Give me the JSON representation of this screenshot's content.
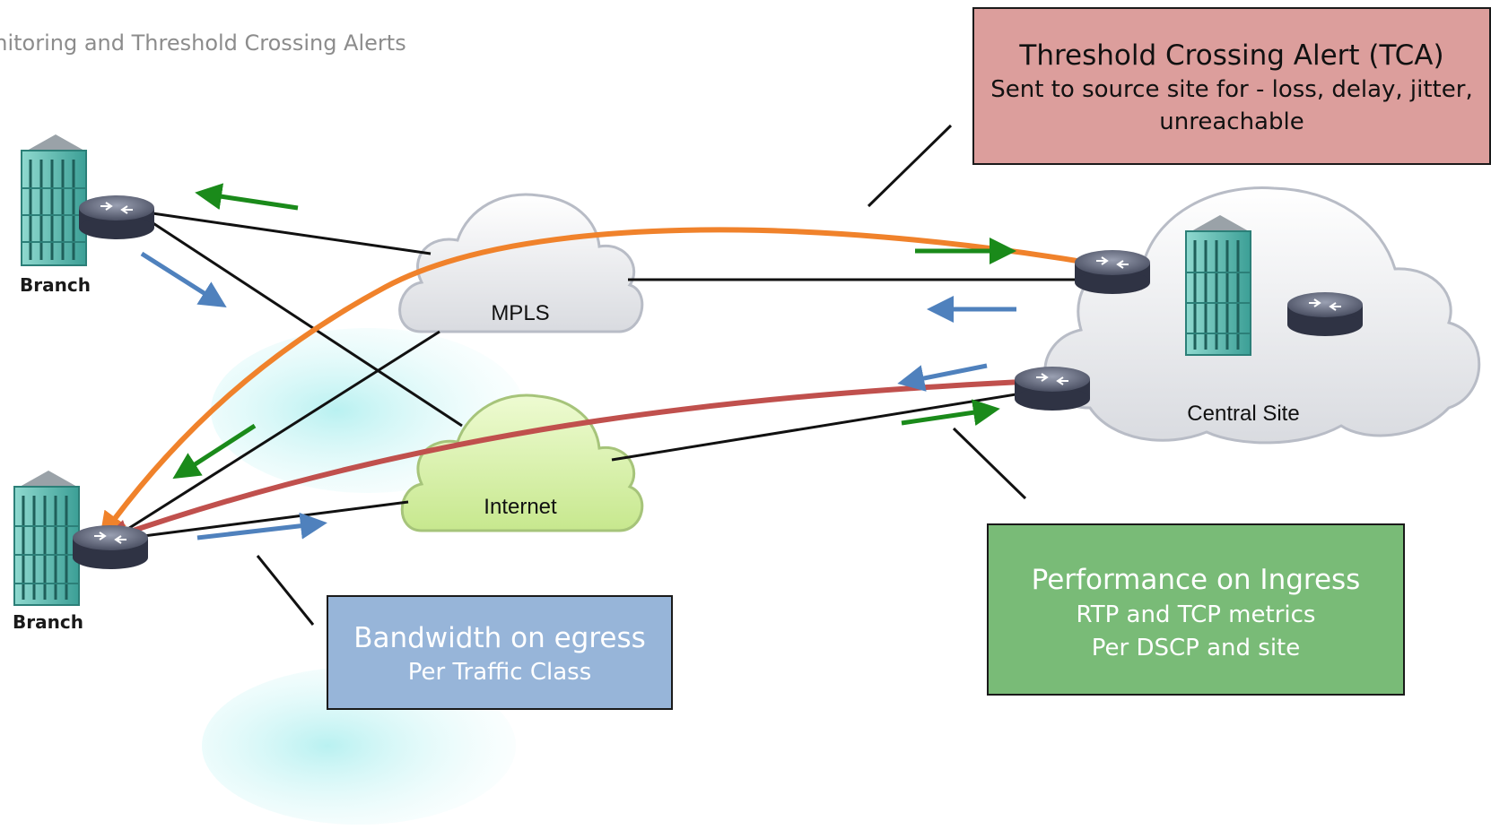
{
  "title": "Active Monitoring and Threshold Crossing Alerts",
  "sites": {
    "branch_top": "Branch",
    "branch_bottom": "Branch",
    "central": "Central Site"
  },
  "clouds": {
    "mpls": "MPLS",
    "internet": "Internet"
  },
  "callouts": {
    "tca": {
      "heading": "Threshold Crossing Alert (TCA)",
      "detail": "Sent to source site for - loss, delay, jitter, unreachable"
    },
    "performance": {
      "heading": "Performance on Ingress",
      "line1": "RTP and TCP metrics",
      "line2": "Per DSCP and site"
    },
    "bandwidth": {
      "heading": "Bandwidth on egress",
      "detail": "Per Traffic Class"
    }
  },
  "colors": {
    "tca_fill": "#dc9e9c",
    "performance_fill": "#79bb77",
    "bandwidth_fill": "#97b5d9",
    "green_arrow": "#1a8a1a",
    "blue_arrow": "#4f81bd",
    "orange_path": "#f0822b",
    "red_path": "#c0504d",
    "internet_cloud": "#d7f0a8"
  }
}
